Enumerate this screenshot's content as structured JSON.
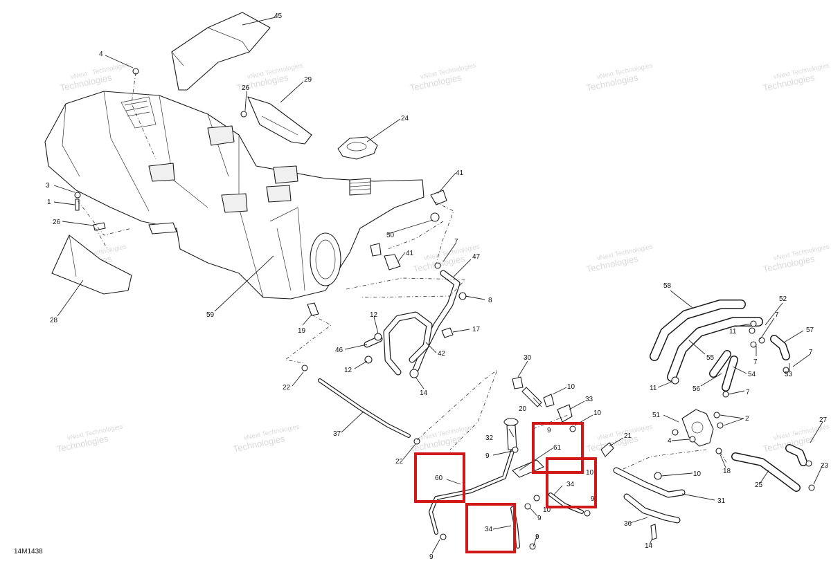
{
  "drawing": {
    "code": "14M1438"
  },
  "watermark": {
    "line1": "vNext",
    "line2": "Technologies"
  },
  "callouts": [
    "1",
    "2",
    "3",
    "4",
    "7",
    "8",
    "9",
    "10",
    "11",
    "12",
    "14",
    "17",
    "18",
    "19",
    "20",
    "21",
    "22",
    "23",
    "24",
    "25",
    "26",
    "27",
    "28",
    "29",
    "30",
    "31",
    "32",
    "33",
    "34",
    "36",
    "37",
    "41",
    "42",
    "45",
    "46",
    "47",
    "50",
    "51",
    "52",
    "53",
    "54",
    "55",
    "56",
    "57",
    "58",
    "59",
    "60",
    "61"
  ],
  "highlight_color": "#d01818"
}
